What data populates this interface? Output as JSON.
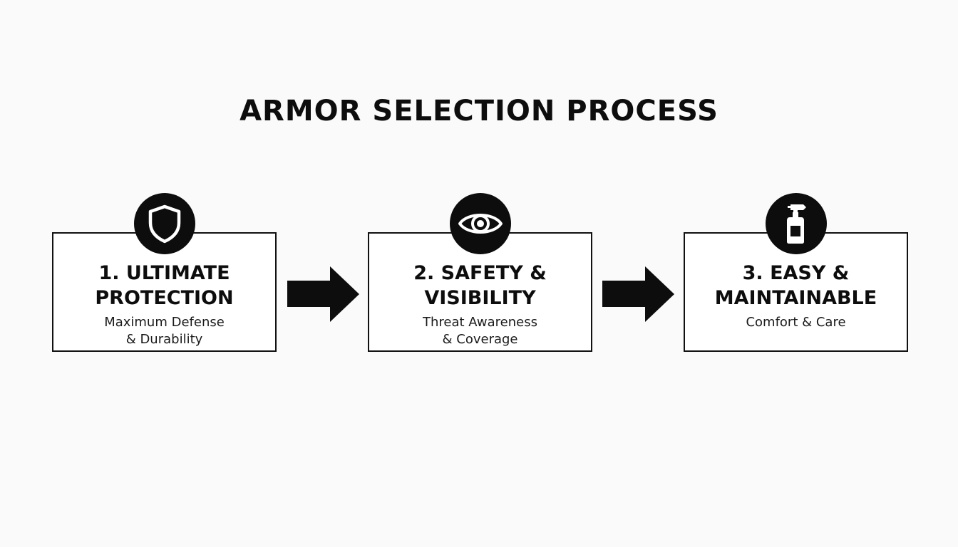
{
  "title": "ARMOR SELECTION PROCESS",
  "steps": [
    {
      "icon": "shield-icon",
      "title_lines": [
        "1. ULTIMATE",
        "PROTECTION"
      ],
      "subtitle_lines": [
        "Maximum Defense",
        "& Durability"
      ]
    },
    {
      "icon": "eye-icon",
      "title_lines": [
        "2. SAFETY &",
        "VISIBILITY"
      ],
      "subtitle_lines": [
        "Threat Awareness",
        "& Coverage"
      ]
    },
    {
      "icon": "spray-bottle-icon",
      "title_lines": [
        "3. EASY &",
        "MAINTAINABLE"
      ],
      "subtitle_lines": [
        "Comfort & Care"
      ]
    }
  ],
  "colors": {
    "background": "#fafafa",
    "ink": "#0d0d0d",
    "box": "#ffffff"
  }
}
